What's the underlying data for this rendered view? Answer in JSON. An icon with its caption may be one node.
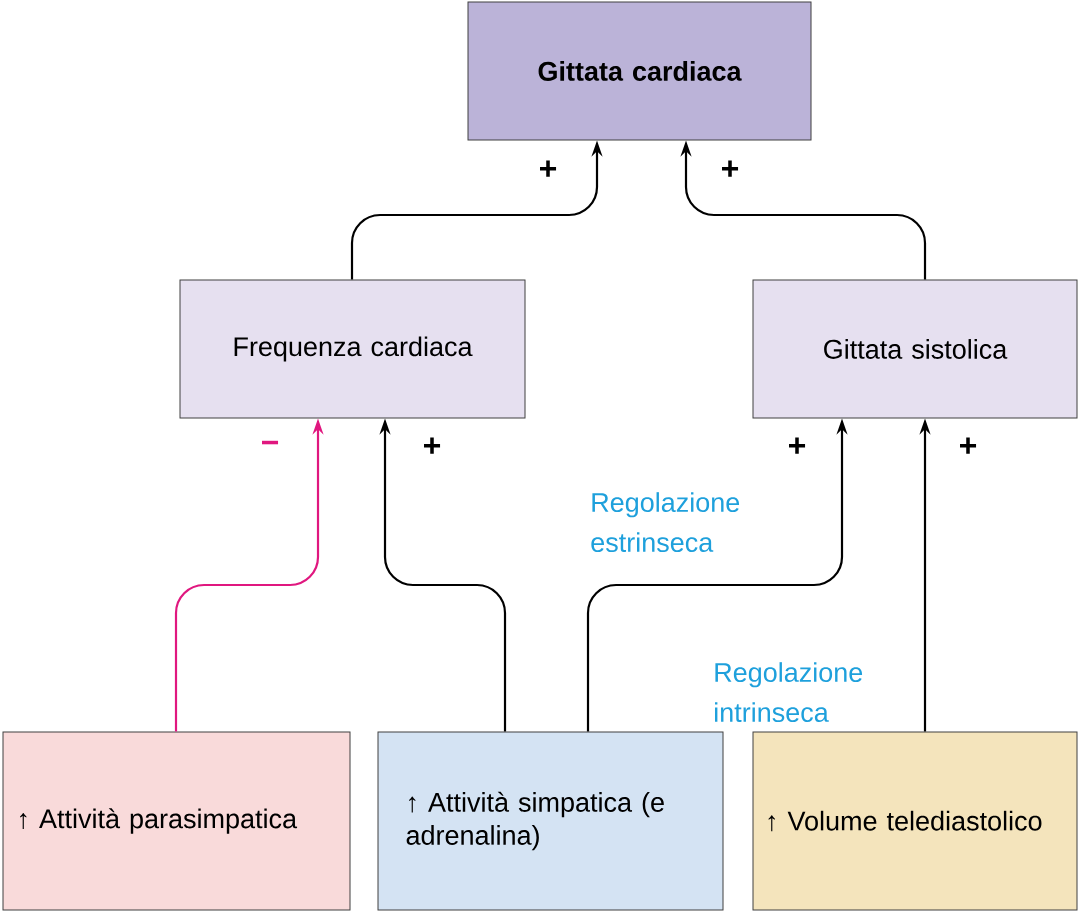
{
  "diagram": {
    "nodes": [
      {
        "text": [
          "Gittata cardiaca"
        ]
      },
      {
        "text": [
          "Frequenza cardiaca"
        ]
      },
      {
        "text": [
          "Gittata sistolica"
        ]
      },
      {
        "text": [
          "↑ Attività parasimpatica"
        ]
      },
      {
        "text": [
          "↑ Attività simpatica (e adrenalina)"
        ]
      },
      {
        "text": [
          "↑ Volume telediastolico"
        ]
      }
    ],
    "edges": [
      {
        "from": 1,
        "to": 0,
        "arrow": "to",
        "label": "+"
      },
      {
        "from": 2,
        "to": 0,
        "arrow": "to",
        "label": "+"
      },
      {
        "from": 3,
        "to": 1,
        "arrow": "to",
        "label": "−",
        "color": "#e0177f"
      },
      {
        "from": 4,
        "to": 1,
        "arrow": "to",
        "label": "+"
      },
      {
        "from": 4,
        "to": 2,
        "arrow": "to",
        "label": "+"
      },
      {
        "from": 5,
        "to": 2,
        "arrow": "to",
        "label": "+"
      }
    ],
    "labels": [
      "Regolazione estrinseca",
      "Regolazione intrinseca"
    ]
  }
}
